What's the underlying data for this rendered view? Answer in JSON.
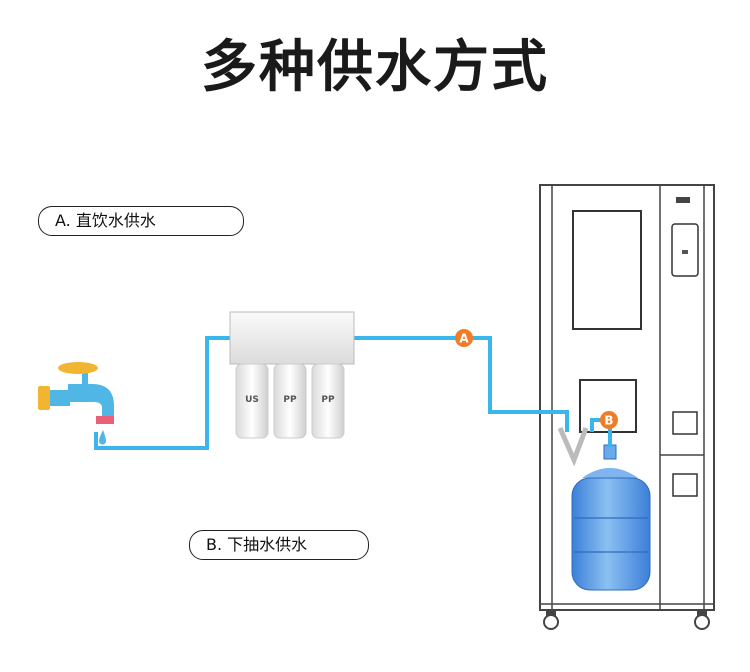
{
  "title": "多种供水方式",
  "labels": {
    "option_a": "A. 直饮水供水",
    "option_b": "B. 下抽水供水"
  },
  "markers": {
    "a": "A",
    "b": "B"
  },
  "filters": {
    "cartridge_1": "US",
    "cartridge_2": "PP",
    "cartridge_3": "PP"
  },
  "colors": {
    "pipe": "#3bb6ea",
    "marker": "#f07c28",
    "faucet_body": "#4fb6e6",
    "faucet_handle": "#f2b531",
    "bottle": "#4f8ee0"
  }
}
